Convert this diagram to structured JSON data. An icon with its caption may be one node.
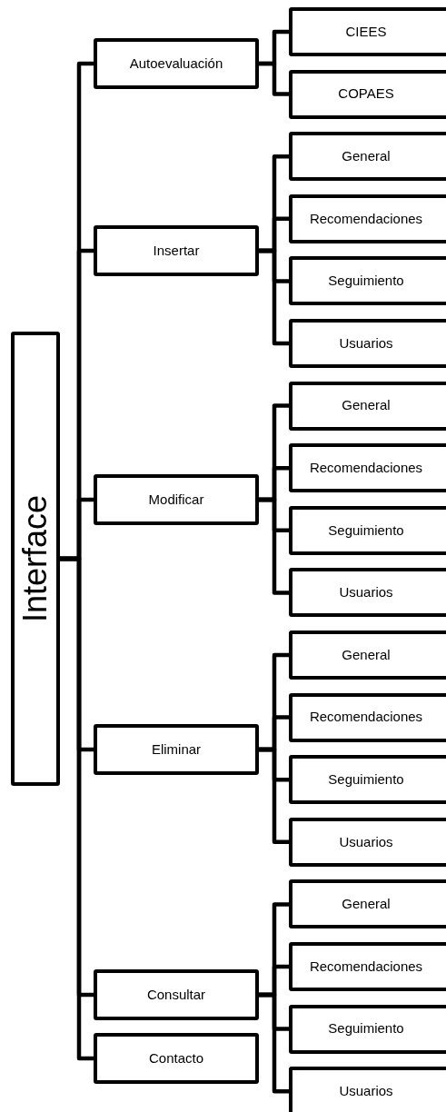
{
  "diagram": {
    "nodes": [
      {
        "text": [
          "Interface"
        ]
      },
      {
        "text": [
          "Autoevaluación"
        ]
      },
      {
        "text": [
          "CIEES"
        ]
      },
      {
        "text": [
          "COPAES"
        ]
      },
      {
        "text": [
          "Insertar"
        ]
      },
      {
        "text": [
          "General"
        ]
      },
      {
        "text": [
          "Recomendaciones"
        ]
      },
      {
        "text": [
          "Seguimiento"
        ]
      },
      {
        "text": [
          "Usuarios"
        ]
      },
      {
        "text": [
          "Modificar"
        ]
      },
      {
        "text": [
          "General"
        ]
      },
      {
        "text": [
          "Recomendaciones"
        ]
      },
      {
        "text": [
          "Seguimiento"
        ]
      },
      {
        "text": [
          "Usuarios"
        ]
      },
      {
        "text": [
          "Eliminar"
        ]
      },
      {
        "text": [
          "General"
        ]
      },
      {
        "text": [
          "Recomendaciones"
        ]
      },
      {
        "text": [
          "Seguimiento"
        ]
      },
      {
        "text": [
          "Usuarios"
        ]
      },
      {
        "text": [
          "Consultar"
        ]
      },
      {
        "text": [
          "General"
        ]
      },
      {
        "text": [
          "Recomendaciones"
        ]
      },
      {
        "text": [
          "Seguimiento"
        ]
      },
      {
        "text": [
          "Usuarios"
        ]
      },
      {
        "text": [
          "Contacto"
        ]
      }
    ],
    "edges": [
      {
        "from": 0,
        "to": 1,
        "arrow": "none"
      },
      {
        "from": 0,
        "to": 4,
        "arrow": "none"
      },
      {
        "from": 0,
        "to": 9,
        "arrow": "none"
      },
      {
        "from": 0,
        "to": 14,
        "arrow": "none"
      },
      {
        "from": 0,
        "to": 19,
        "arrow": "none"
      },
      {
        "from": 0,
        "to": 24,
        "arrow": "none"
      },
      {
        "from": 1,
        "to": 2,
        "arrow": "none"
      },
      {
        "from": 1,
        "to": 3,
        "arrow": "none"
      },
      {
        "from": 4,
        "to": 5,
        "arrow": "none"
      },
      {
        "from": 4,
        "to": 6,
        "arrow": "none"
      },
      {
        "from": 4,
        "to": 7,
        "arrow": "none"
      },
      {
        "from": 4,
        "to": 8,
        "arrow": "none"
      },
      {
        "from": 9,
        "to": 10,
        "arrow": "none"
      },
      {
        "from": 9,
        "to": 11,
        "arrow": "none"
      },
      {
        "from": 9,
        "to": 12,
        "arrow": "none"
      },
      {
        "from": 9,
        "to": 13,
        "arrow": "none"
      },
      {
        "from": 14,
        "to": 15,
        "arrow": "none"
      },
      {
        "from": 14,
        "to": 16,
        "arrow": "none"
      },
      {
        "from": 14,
        "to": 17,
        "arrow": "none"
      },
      {
        "from": 14,
        "to": 18,
        "arrow": "none"
      },
      {
        "from": 19,
        "to": 20,
        "arrow": "none"
      },
      {
        "from": 19,
        "to": 21,
        "arrow": "none"
      },
      {
        "from": 19,
        "to": 22,
        "arrow": "none"
      },
      {
        "from": 19,
        "to": 23,
        "arrow": "none"
      }
    ]
  }
}
